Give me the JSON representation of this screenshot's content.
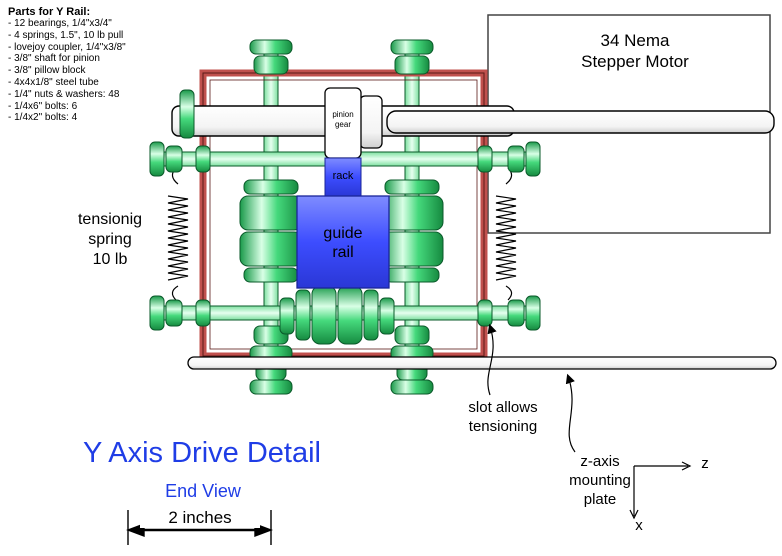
{
  "parts": {
    "title": "Parts for Y Rail:",
    "items": [
      "- 12 bearings, 1/4\"x3/4\"",
      "- 4 springs, 1.5\", 10 lb pull",
      "- lovejoy coupler, 1/4\"x3/8\"",
      "- 3/8\" shaft for pinion",
      "- 3/8\" pillow block",
      "- 4x4x1/8\" steel tube",
      "- 1/4\" nuts & washers: 48",
      "- 1/4x6\" bolts: 6",
      "- 1/4x2\" bolts: 4"
    ]
  },
  "motor": {
    "line1": "34 Nema",
    "line2": "Stepper Motor"
  },
  "pinion": {
    "line1": "pinion",
    "line2": "gear"
  },
  "rack": "rack",
  "guide_rail": {
    "line1": "guide",
    "line2": "rail"
  },
  "spring_label": {
    "line1": "tensionig",
    "line2": "spring",
    "line3": "10 lb"
  },
  "slot_label": {
    "line1": "slot allows",
    "line2": "tensioning"
  },
  "plate_label": {
    "line1": "z-axis",
    "line2": "mounting",
    "line3": "plate"
  },
  "title": "Y Axis Drive Detail",
  "subtitle": "End View",
  "scale_label": "2 inches",
  "axes": {
    "z": "z",
    "x": "x"
  },
  "colors": {
    "frame": "#c0504d",
    "bearing": "#2ecc71",
    "rail": "#3d4dff",
    "title": "#1f3de6"
  }
}
